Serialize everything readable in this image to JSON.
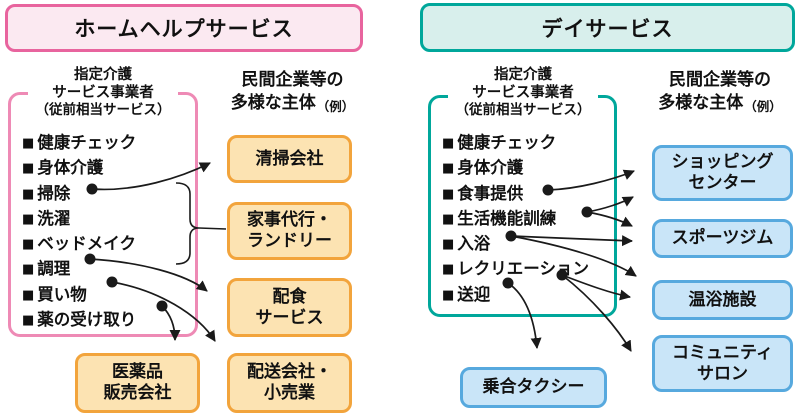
{
  "ui": {
    "bullet": "■",
    "example": "（例）"
  },
  "colors": {
    "pink_banner_border": "#e8649e",
    "pink_banner_fill": "#fbe9f1",
    "pink_container_border": "#ee8ab5",
    "teal_border": "#00a79b",
    "teal_fill": "#d8efec",
    "orange_border": "#f2a43c",
    "orange_fill": "#fce3b2",
    "blue_border": "#57a9de",
    "blue_fill": "#c9e5f8",
    "arrow": "#1a1a1a"
  },
  "home_help": {
    "title": "ホームヘルプサービス",
    "provider_header": {
      "line1": "指定介護",
      "line2": "サービス事業者",
      "line3": "（従前相当サービス）"
    },
    "private_header": {
      "line1": "民間企業等の",
      "line2": "多様な主体"
    },
    "services": [
      {
        "label": "健康チェック"
      },
      {
        "label": "身体介護"
      },
      {
        "label": "掃除"
      },
      {
        "label": "洗濯"
      },
      {
        "label": "ベッドメイク"
      },
      {
        "label": "調理"
      },
      {
        "label": "買い物"
      },
      {
        "label": "薬の受け取り"
      }
    ],
    "companies": [
      {
        "lines": [
          "清掃会社"
        ]
      },
      {
        "lines": [
          "家事代行・",
          "ランドリー"
        ]
      },
      {
        "lines": [
          "配食",
          "サービス"
        ]
      },
      {
        "lines": [
          "配送会社・",
          "小売業"
        ]
      }
    ],
    "pharmacy_company": {
      "lines": [
        "医薬品",
        "販売会社"
      ]
    },
    "connections": [
      {
        "from": "掃除",
        "to": "清掃会社"
      },
      {
        "from": "掃除・洗濯・ベッドメイク・調理",
        "to": "家事代行・ランドリー",
        "type": "brace"
      },
      {
        "from": "調理",
        "to": "配食サービス"
      },
      {
        "from": "買い物",
        "to": "配送会社・小売業"
      },
      {
        "from": "薬の受け取り",
        "to": "医薬品販売会社"
      }
    ]
  },
  "day_service": {
    "title": "デイサービス",
    "provider_header": {
      "line1": "指定介護",
      "line2": "サービス事業者",
      "line3": "（従前相当サービス）"
    },
    "private_header": {
      "line1": "民間企業等の",
      "line2": "多様な主体"
    },
    "services": [
      {
        "label": "健康チェック"
      },
      {
        "label": "身体介護"
      },
      {
        "label": "食事提供"
      },
      {
        "label": "生活機能訓練"
      },
      {
        "label": "入浴"
      },
      {
        "label": "レクリエーション"
      },
      {
        "label": "送迎"
      }
    ],
    "companies": [
      {
        "lines": [
          "ショッピング",
          "センター"
        ]
      },
      {
        "lines": [
          "スポーツジム"
        ]
      },
      {
        "lines": [
          "温浴施設"
        ]
      },
      {
        "lines": [
          "コミュニティ",
          "サロン"
        ]
      }
    ],
    "taxi_company": {
      "lines": [
        "乗合タクシー"
      ]
    },
    "connections": [
      {
        "from": "食事提供",
        "to": "ショッピングセンター"
      },
      {
        "from": "生活機能訓練",
        "to": "ショッピングセンター"
      },
      {
        "from": "生活機能訓練",
        "to": "スポーツジム"
      },
      {
        "from": "入浴",
        "to": "スポーツジム"
      },
      {
        "from": "入浴",
        "to": "温浴施設"
      },
      {
        "from": "レクリエーション",
        "to": "温浴施設"
      },
      {
        "from": "レクリエーション",
        "to": "コミュニティサロン"
      },
      {
        "from": "送迎",
        "to": "乗合タクシー"
      }
    ]
  }
}
